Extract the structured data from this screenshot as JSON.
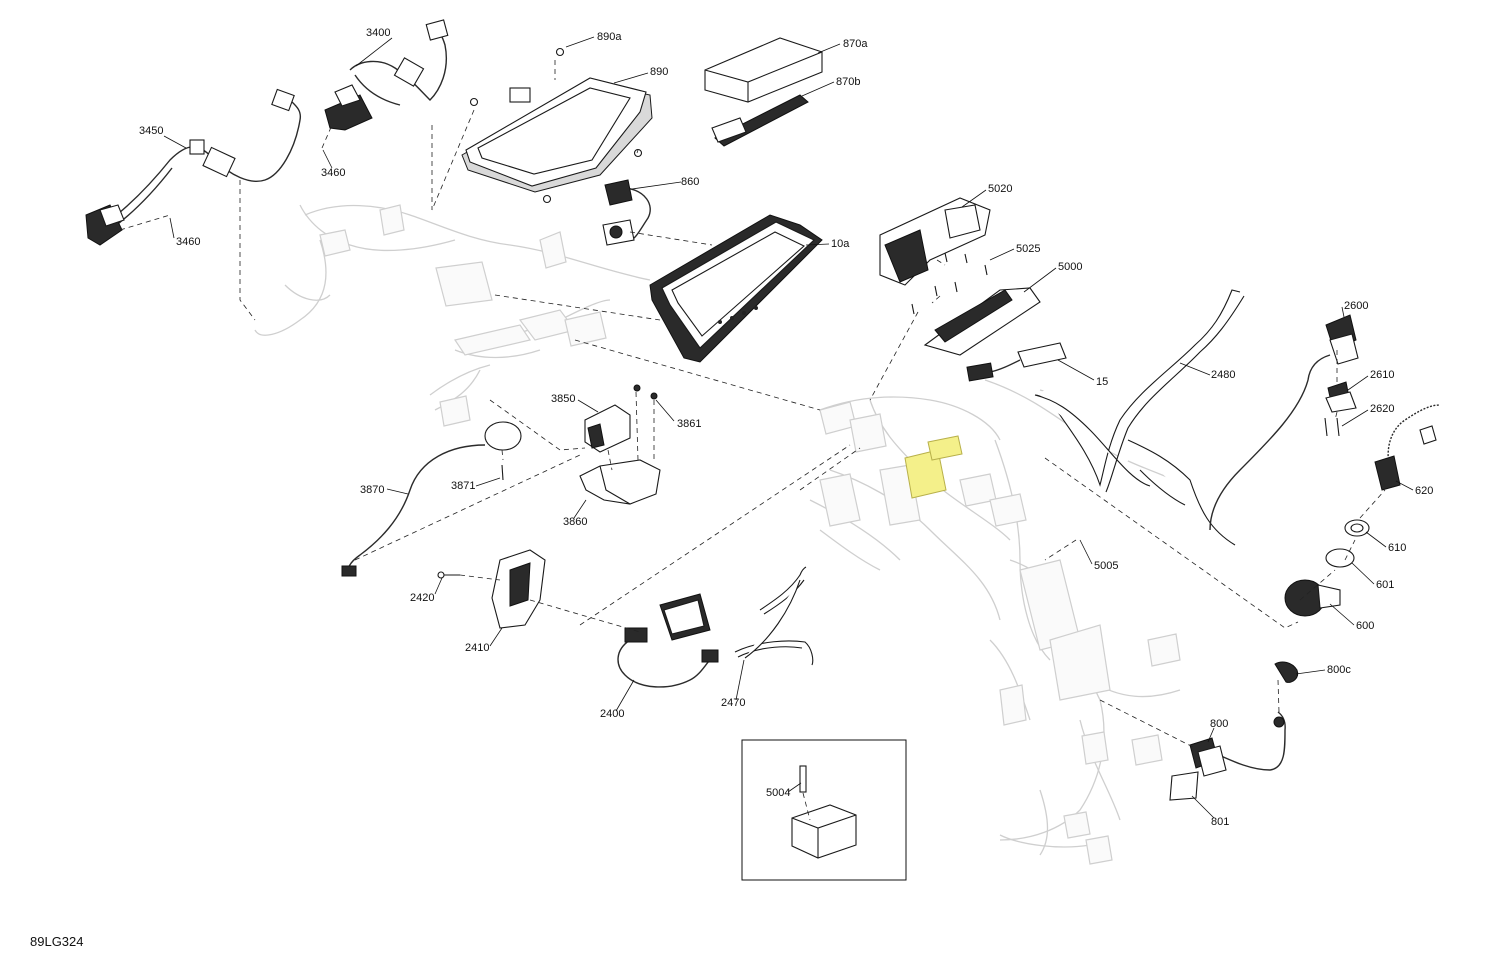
{
  "diagram_code": "89LG324",
  "callouts": {
    "c3400": "3400",
    "c890a": "890a",
    "c870a": "870a",
    "c890": "890",
    "c870b": "870b",
    "c3450": "3450",
    "c3460a": "3460",
    "c3460b": "3460",
    "c860": "860",
    "c5020": "5020",
    "c10a": "10a",
    "c5025": "5025",
    "c5000": "5000",
    "c2600": "2600",
    "c2480": "2480",
    "c15": "15",
    "c2610": "2610",
    "c3850": "3850",
    "c3861": "3861",
    "c2620": "2620",
    "c3870": "3870",
    "c3871": "3871",
    "c620": "620",
    "c3860": "3860",
    "c610": "610",
    "c5005": "5005",
    "c601": "601",
    "c2420": "2420",
    "c600": "600",
    "c2410": "2410",
    "c800c": "800c",
    "c2400": "2400",
    "c2470": "2470",
    "c800": "800",
    "c5004": "5004",
    "c801": "801"
  },
  "highlight_color": "#f4f08a"
}
